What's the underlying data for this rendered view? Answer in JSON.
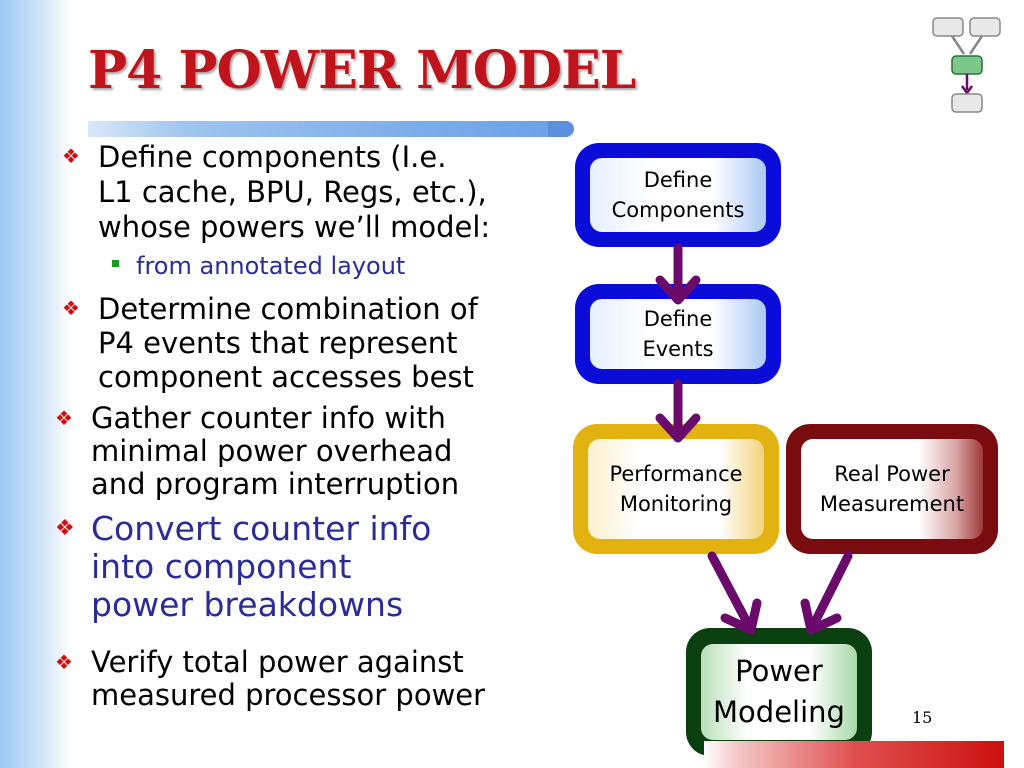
{
  "slide": {
    "title": "P4 POWER MODEL",
    "page_number": "15"
  },
  "bullets": {
    "b1": "Define components (I.e.\nL1 cache, BPU, Regs, etc.),\nwhose powers we’ll model:",
    "b1_sub": "from annotated layout",
    "b2": "Determine combination of\nP4 events that represent\ncomponent accesses best",
    "b3": "Gather counter info with\nminimal power overhead\nand program interruption",
    "b4": "Convert counter info\ninto component\npower breakdowns",
    "b5": "Verify total power against\nmeasured processor power",
    "mark": "❖",
    "mark_icon": "diamond-bullet-icon"
  },
  "flow": {
    "define_components": "Define\nComponents",
    "define_events": "Define\nEvents",
    "performance_monitoring": "Performance\nMonitoring",
    "real_power_measurement": "Real Power\nMeasurement",
    "power_modeling": "Power\nModeling"
  },
  "colors": {
    "title": "#c0141c",
    "blue_box": "#0c0cd8",
    "yellow_box": "#e2b310",
    "maroon_box": "#7a0c10",
    "green_box": "#0a4010",
    "arrow": "#6a0a6a",
    "highlight_text": "#2b2b9a"
  }
}
